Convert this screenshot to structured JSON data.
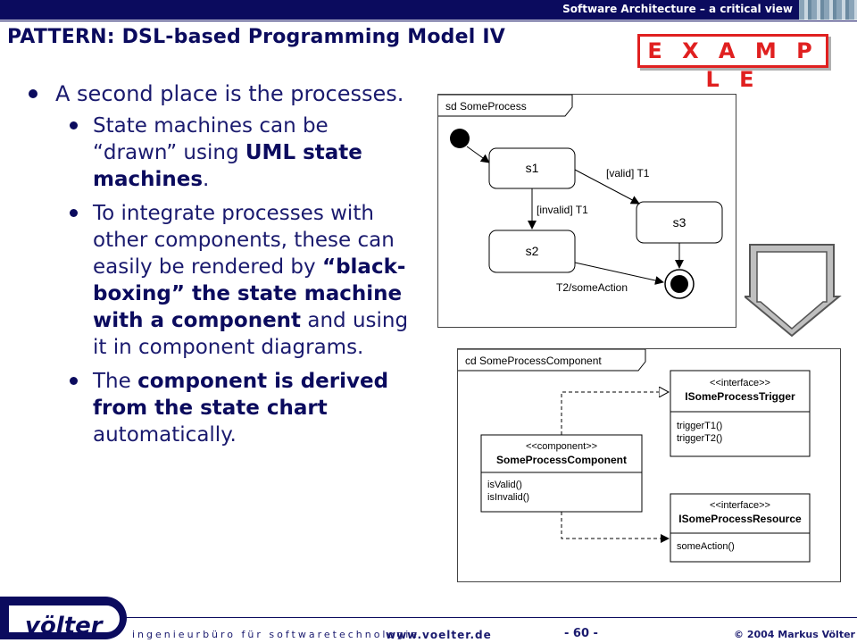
{
  "header": {
    "top_title": "Software Architecture – a critical view",
    "slide_title": "PATTERN: DSL-based Programming Model IV",
    "example_badge": "E X A M P L E"
  },
  "content": {
    "bullet1": "A second place is the processes.",
    "bullet2_a": "State machines can be “drawn” using ",
    "bullet2_b": "UML state machines",
    "bullet2_c": ".",
    "bullet3_a": "To integrate processes with other components, these can easily be rendered by ",
    "bullet3_b": "“black-boxing” the state machine with a component",
    "bullet3_c": " and using it in component diagrams.",
    "bullet4_a": "The ",
    "bullet4_b": "component is derived from the state chart",
    "bullet4_c": " automatically."
  },
  "state_diagram": {
    "frame_label": "sd SomeProcess",
    "s1": "s1",
    "s2": "s2",
    "s3": "s3",
    "t_valid": "[valid] T1",
    "t_invalid": "[invalid] T1",
    "t_action": "T2/someAction"
  },
  "component_diagram": {
    "frame_label": "cd SomeProcessComponent",
    "trigger_stereo": "<<interface>>",
    "trigger_name": "ISomeProcessTrigger",
    "trigger_op1": "triggerT1()",
    "trigger_op2": "triggerT2()",
    "comp_stereo": "<<component>>",
    "comp_name": "SomeProcessComponent",
    "comp_op1": "isValid()",
    "comp_op2": "isInvalid()",
    "res_stereo": "<<interface>>",
    "res_name": "ISomeProcessResource",
    "res_op1": "someAction()"
  },
  "footer": {
    "logo": "völter",
    "company": "ingenieurbüro für softwaretechnologie",
    "url": "www.voelter.de",
    "page": "- 60 -",
    "copyright": "© 2004  Markus Völter"
  }
}
